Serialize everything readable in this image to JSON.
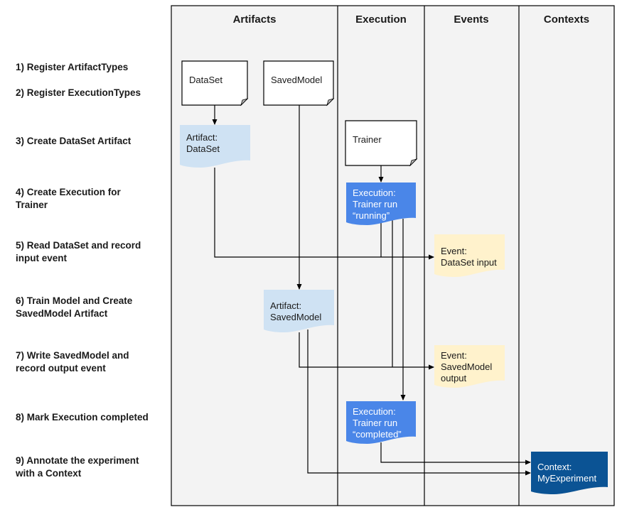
{
  "columns": [
    "Artifacts",
    "Execution",
    "Events",
    "Contexts"
  ],
  "steps": [
    [
      "1) Register ArtifactTypes"
    ],
    [
      "2) Register ExecutionTypes"
    ],
    [
      "3) Create DataSet Artifact"
    ],
    [
      "4) Create Execution for",
      "Trainer"
    ],
    [
      "5) Read DataSet and record",
      "input event"
    ],
    [
      "6) Train Model and Create",
      "SavedModel Artifact"
    ],
    [
      "7) Write SavedModel and",
      "record output event"
    ],
    [
      "8) Mark Execution completed"
    ],
    [
      "9) Annotate the experiment",
      "with a Context"
    ]
  ],
  "types": {
    "dataset": "DataSet",
    "savedmodel": "SavedModel",
    "trainer": "Trainer"
  },
  "nodes": {
    "artifact_dataset": [
      "Artifact:",
      "DataSet"
    ],
    "execution_running": [
      "Execution:",
      "Trainer run",
      "“running”"
    ],
    "event_input": [
      "Event:",
      "DataSet input"
    ],
    "artifact_savedmodel": [
      "Artifact:",
      "SavedModel"
    ],
    "event_output": [
      "Event:",
      "SavedModel",
      "output"
    ],
    "execution_completed": [
      "Execution:",
      "Trainer run",
      "“completed”"
    ],
    "context": [
      "Context:",
      "MyExperiment"
    ]
  },
  "colors": {
    "artifact": "#cfe2f3",
    "execution": "#4a86e8",
    "event": "#fff2cc",
    "context": "#0b5394",
    "lane_bg": "#f3f3f3"
  }
}
